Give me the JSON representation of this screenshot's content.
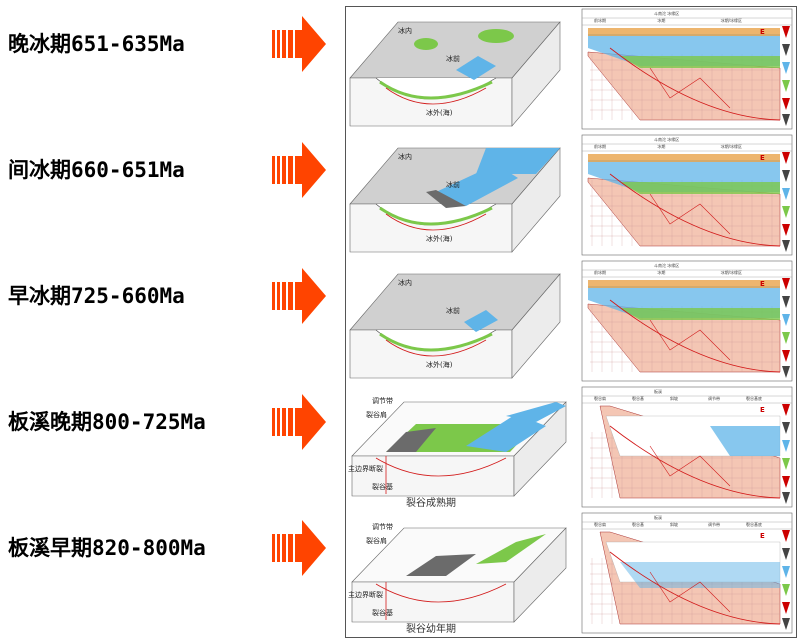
{
  "stages": [
    {
      "label": "晚冰期651-635Ma",
      "block": {
        "labels": [
          "冰内",
          "冰前",
          "冰外(海)"
        ],
        "caption": ""
      },
      "section": {
        "header_top": "斗南沱  冰缘区",
        "header_sub": [
          "前冰期",
          "冰期",
          "冰期/冰缘区"
        ],
        "direction": "E"
      }
    },
    {
      "label": "间冰期660-651Ma",
      "block": {
        "labels": [
          "冰内",
          "冰前",
          "冰外(海)"
        ],
        "caption": ""
      },
      "section": {
        "header_top": "斗南沱  冰缘区",
        "header_sub": [
          "前冰期",
          "冰期",
          "冰期/冰缘区"
        ],
        "direction": "E"
      }
    },
    {
      "label": "早冰期725-660Ma",
      "block": {
        "labels": [
          "冰内",
          "冰前",
          "冰外(海)"
        ],
        "caption": ""
      },
      "section": {
        "header_top": "斗南沱  冰缘区",
        "header_sub": [
          "前冰期",
          "冰期",
          "冰期/冰缘区"
        ],
        "direction": "E"
      }
    },
    {
      "label": "板溪晚期800-725Ma",
      "block": {
        "labels": [
          "调节带",
          "裂谷肩",
          "主边界断裂",
          "裂谷基"
        ],
        "caption": "裂谷成熟期"
      },
      "section": {
        "header_top": "板溪",
        "header_sub": [
          "裂谷肩",
          "裂谷基",
          "斜坡",
          "调节带",
          "裂谷基底"
        ],
        "direction": "E"
      }
    },
    {
      "label": "板溪早期820-800Ma",
      "block": {
        "labels": [
          "调节带",
          "裂谷肩",
          "主边界断裂",
          "裂谷基"
        ],
        "caption": "裂谷幼年期"
      },
      "section": {
        "header_top": "板溪",
        "header_sub": [
          "裂谷肩",
          "裂谷基",
          "斜坡",
          "调节带",
          "裂谷基底"
        ],
        "direction": "E"
      }
    }
  ],
  "colors": {
    "arrow": "#ff4400",
    "ice": "#d0d0d0",
    "sea": "#5fb4e8",
    "vegetation": "#7cc84a",
    "fault": "#d21a1a",
    "rift_fill": "#f4c6b4",
    "dark_fill": "#6b6b6b"
  }
}
